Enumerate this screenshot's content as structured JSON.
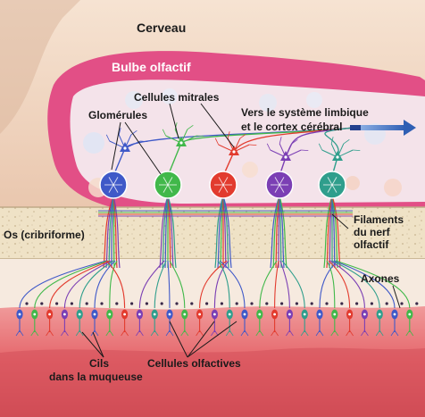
{
  "labels": {
    "brain": "Cerveau",
    "olfactory_bulb": "Bulbe olfactif",
    "mitral_cells": "Cellules mitrales",
    "glomeruli": "Glomérules",
    "limbic_line1": "Vers le système limbique",
    "limbic_line2": "et le cortex cérébral",
    "bone": "Os (cribriforme)",
    "filaments_line1": "Filaments",
    "filaments_line2": "du nerf",
    "filaments_line3": "olfactif",
    "axons": "Axones",
    "cilia_line1": "Cils",
    "cilia_line2": "dans la muqueuse",
    "olfactory_cells": "Cellules olfactives"
  },
  "colors": {
    "brain_bg": "#f1d7c2",
    "bulb_pink": "#e24f86",
    "bulb_inner": "#f4e3ea",
    "bone": "#f3e7cf",
    "mucosa": "#e8676b",
    "glomeruli": [
      "#3f59c8",
      "#41b84a",
      "#e23b2e",
      "#7b3fb4",
      "#2f9e8c"
    ],
    "arrow": "#2f5fb4"
  },
  "glomerulus_count": 5,
  "receptor_cell_count": 27
}
